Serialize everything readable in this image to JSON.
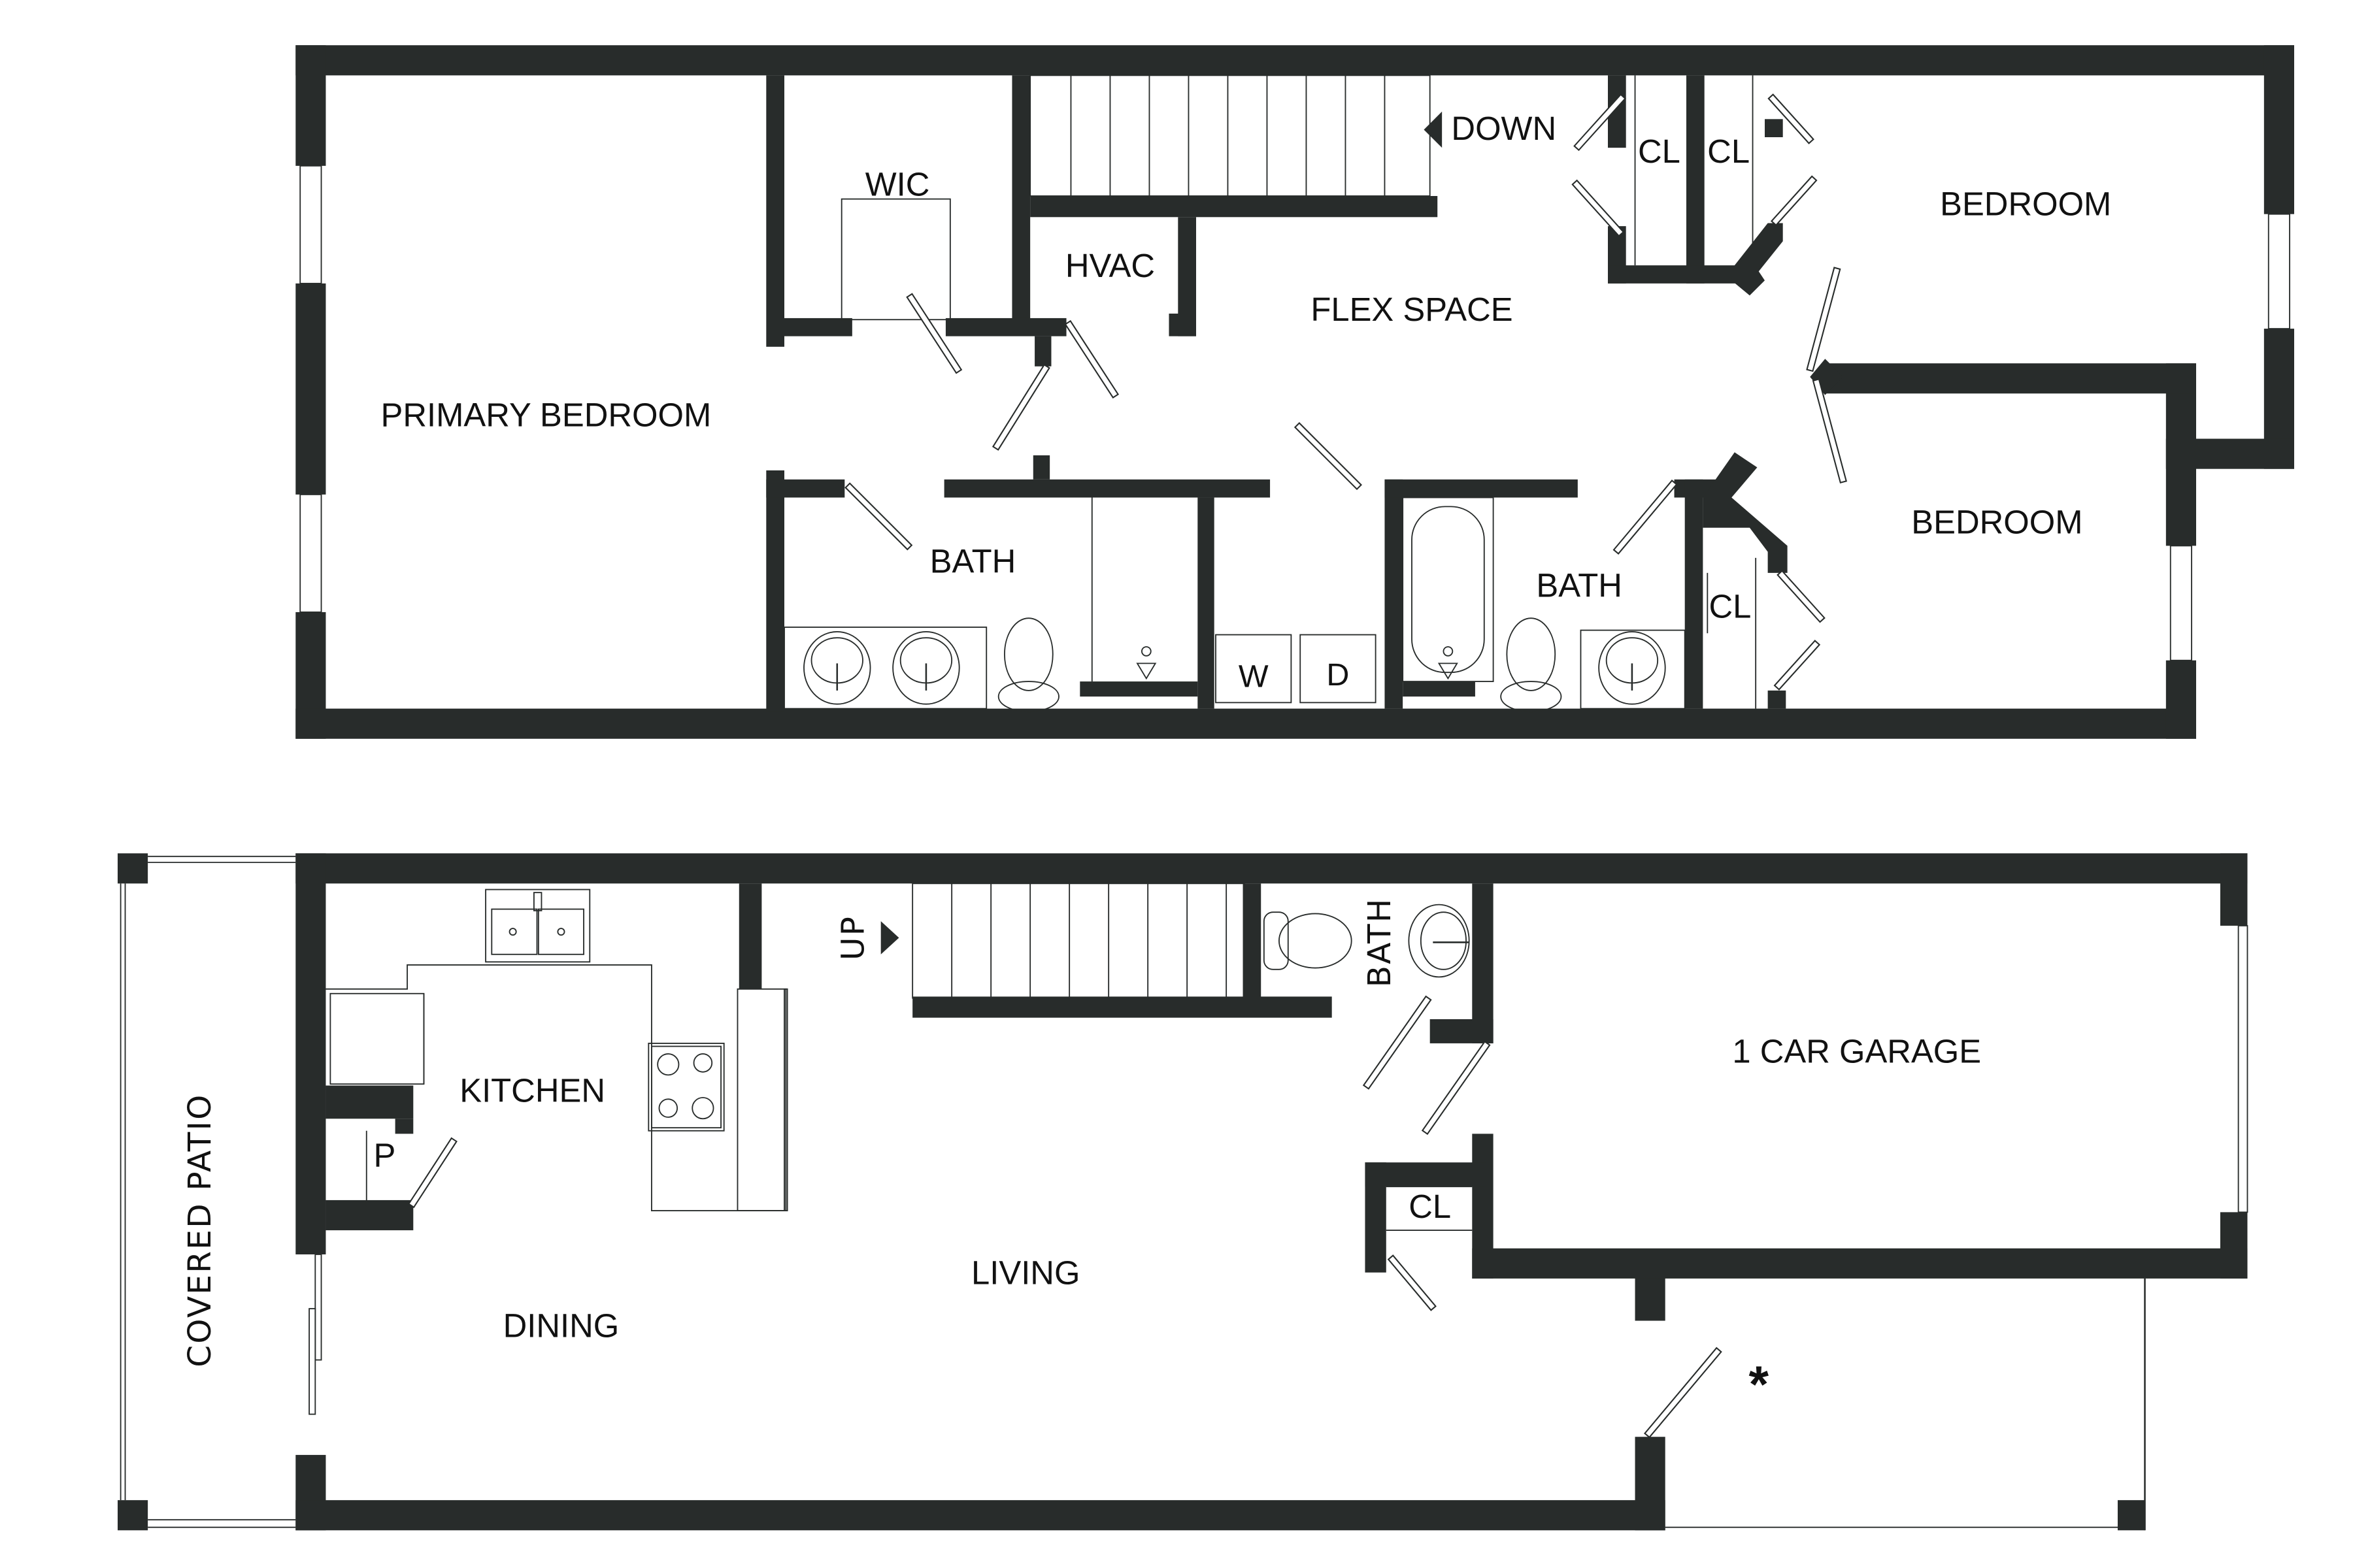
{
  "colors": {
    "wall": "#282c2b",
    "background": "#ffffff",
    "label": "#111111"
  },
  "upper_floor": {
    "rooms": {
      "primary_bedroom": "PRIMARY BEDROOM",
      "wic": "WIC",
      "hvac": "HVAC",
      "flex_space": "FLEX SPACE",
      "stairs_direction": "DOWN",
      "closet_1": "CL",
      "closet_2": "CL",
      "bedroom_1": "BEDROOM",
      "bedroom_2": "BEDROOM",
      "closet_3": "CL",
      "bath_primary": "BATH",
      "bath_hall": "BATH",
      "washer": "W",
      "dryer": "D"
    }
  },
  "lower_floor": {
    "rooms": {
      "covered_patio": "COVERED PATIO",
      "kitchen": "KITCHEN",
      "pantry": "P",
      "dining": "DINING",
      "living": "LIVING",
      "stairs_direction": "UP",
      "half_bath": "BATH",
      "closet": "CL",
      "garage": "1 CAR GARAGE",
      "marker": "*"
    }
  }
}
